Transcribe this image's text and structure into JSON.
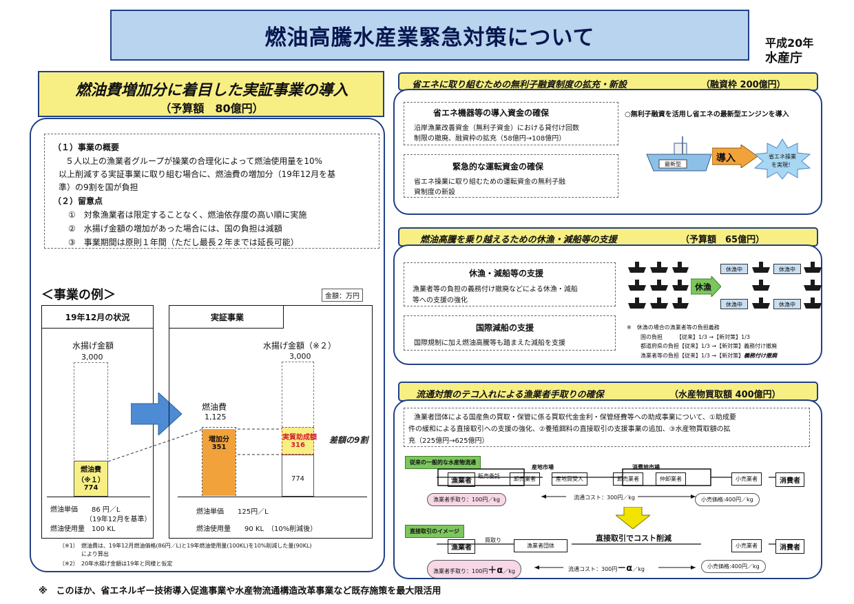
{
  "header": {
    "title": "燃油高騰水産業緊急対策について",
    "year": "平成20年",
    "agency": "水産庁"
  },
  "left": {
    "title": "燃油費増加分に着目した実証事業の導入",
    "budget": "（予算額　80億円）",
    "s1_heading": "（１）事業の概要",
    "s1_text1": "５人以上の漁業者グループが操業の合理化によって燃油使用量を10%",
    "s1_text2": "以上削減する実証事業に取り組む場合に、燃油費の増加分（19年12月を基",
    "s1_text3": "準）の9割を国が負担",
    "s2_heading": "（２）留意点",
    "notes": [
      "①　対象漁業者は限定することなく、燃油依存度の高い順に実施",
      "②　水揚げ金額の増加があった場合には、国の負担は減額",
      "③　事業期間は原則１年間（ただし最長２年までは延長可能）"
    ],
    "example_heading": "＜事業の例＞",
    "unit": "金額：万円",
    "before_label": "19年12月の状況",
    "after_label": "実証事業",
    "before_landing": "水揚げ金額",
    "before_landing_value": "3,000",
    "before_fuel_1": "燃油費",
    "before_fuel_2": "（※１）",
    "before_fuel_value": "774",
    "after_landing": "水揚げ金額（※２）",
    "after_landing_value": "3,000",
    "after_fuel": "燃油費",
    "after_fuel_value": "1,125",
    "increase_label": "増加分",
    "increase_value": "351",
    "subsidy_label": "実質助成額",
    "subsidy_value": "316",
    "nine_label": "差額の9割",
    "after_base_value": "774",
    "before_unit_price": "燃油単価　　86 円／L",
    "before_unit_note": "（19年12月を基準）",
    "before_usage": "燃油使用量　100 KL",
    "after_unit_price": "燃油単価　　125円／L",
    "after_usage": "燃油使用量　　90 KL　（10%削減後）",
    "fn1_mark": "（※1）",
    "fn1_text1": "燃油費は、19年12月燃油価格(86円／L)と19年燃油使用量(100KL)を10%削減した量(90KL)",
    "fn1_text2": "により算出",
    "fn2_mark": "（※2）",
    "fn2_text": "20年水揚げ金額は19年と同様と仮定"
  },
  "right1": {
    "title": "省エネに取り組むための無利子融資制度の拡充・新設",
    "title_note": "（融資枠 200億円）",
    "box1_title": "省エネ機器等の導入資金の確保",
    "box1_text1": "沿岸漁業改善資金（無利子資金）における貸付け回数",
    "box1_text2": "制限の撤廃、融資枠の拡充（58億円→108億円）",
    "box2_title": "緊急的な運転資金の確保",
    "box2_text1": "省エネ操業に取り組むための運転資金の無利子融",
    "box2_text2": "資制度の新設",
    "bullet": "○無利子融資を活用し省エネの最新型エンジンを導入",
    "ship_label": "最新型",
    "intro": "導入",
    "result": "省エネ操業\nを実現！"
  },
  "right2": {
    "title": "燃油高騰を乗り越えるための休漁・減船等の支援",
    "title_note": "（予算額　65億円）",
    "box1_title": "休漁・減船等の支援",
    "box1_text1": "漁業者等の負担の義務付け撤廃などによる休漁・減船",
    "box1_text2": "等への支援の強化",
    "box2_title": "国際減船の支援",
    "box2_text": "国際規制に加え燃油高騰等も踏まえた減船を支援",
    "rest_label": "休漁",
    "rest_tag": "休漁中",
    "burden_note": "※　休漁の場合の漁業者等の負担義務",
    "burden1": "国の負担　　　【従来】1/3 →【新対策】1/3",
    "burden2": "都道府県の負担【従来】1/3 →【新対策】義務付け撤廃",
    "burden3a": "漁業者等の負担【従来】1/3 →【新対策】",
    "burden3b": "義務付け撤廃"
  },
  "right3": {
    "title": "流通対策のテコ入れによる漁業者手取りの確保",
    "title_note": "（水産物買取額 400億円）",
    "desc1": "漁業者団体による国産魚の買取・保管に係る買取代金金利・保管経費等への助成事業について、①助成要",
    "desc2": "件の緩和による直接取引への支援の強化、②養殖餌料の直接取引の支援事業の追加、③水産物買取額の拡",
    "desc3": "充（225億円→625億円）",
    "flow1_title": "従来の一般的な水産物流通",
    "production_market": "産地市場",
    "consumption_market": "消費地市場",
    "fisher": "漁業者",
    "consign": "販売委託",
    "wholesaler": "卸売業者",
    "local_buyer": "産地買受人",
    "middle": "仲卸業者",
    "retailer": "小売業者",
    "consumer": "消費者",
    "take1": "漁業者手取り：100円／kg",
    "cost1": "流通コスト：300円／kg",
    "retail1": "小売価格:400円／kg",
    "flow2_title": "直接取引のイメージ",
    "purchase": "買取り",
    "group": "漁業者団体",
    "cost_cut": "直接取引でコスト削減",
    "take2a": "漁業者手取り：100円",
    "take2b": "＋α",
    "take2c": "／kg",
    "cost2a": "流通コスト：300円",
    "cost2b": "－α",
    "cost2c": "／kg",
    "retail2": "小売価格:400円／kg"
  },
  "footer": "※　このほか、省エネルギー技術導入促進事業や水産物流通構造改革事業など既存施策を最大限活用",
  "colors": {
    "navy": "#1f3f86",
    "title_bg": "#b8d4ee",
    "yellow": "#f7ef84",
    "orange": "#f2a23a",
    "green": "#7cc75d",
    "pink": "#f8d8e6",
    "blue_arrow": "#4d8bd5"
  }
}
